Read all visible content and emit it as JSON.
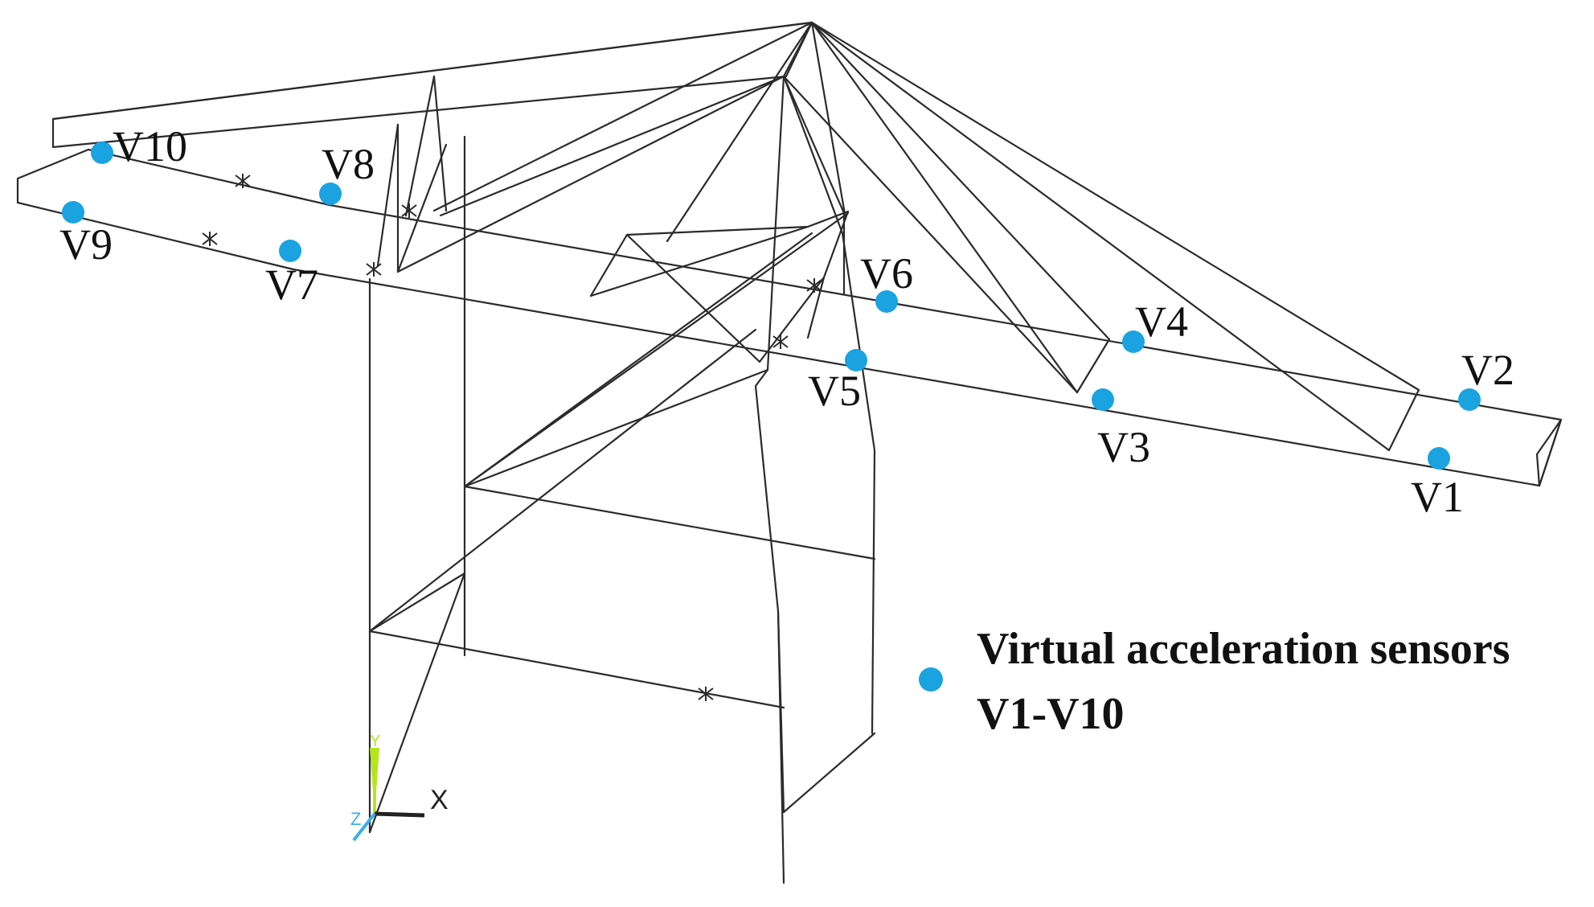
{
  "colors": {
    "sensor": "#1aa3e0",
    "structure": "#2b2b2b",
    "axis_y": "#b5e61d",
    "axis_z": "#3ab0e8",
    "axis_x": "#222222"
  },
  "sensors": [
    {
      "id": "V1",
      "label": "V1"
    },
    {
      "id": "V2",
      "label": "V2"
    },
    {
      "id": "V3",
      "label": "V3"
    },
    {
      "id": "V4",
      "label": "V4"
    },
    {
      "id": "V5",
      "label": "V5"
    },
    {
      "id": "V6",
      "label": "V6"
    },
    {
      "id": "V7",
      "label": "V7"
    },
    {
      "id": "V8",
      "label": "V8"
    },
    {
      "id": "V9",
      "label": "V9"
    },
    {
      "id": "V10",
      "label": "V10"
    }
  ],
  "legend": {
    "line1": "Virtual acceleration sensors",
    "line2": "V1-V10",
    "marker_icon": "blue-dot-icon"
  },
  "axes": {
    "x_label": "X",
    "y_label": "Y",
    "z_label": "Z"
  }
}
